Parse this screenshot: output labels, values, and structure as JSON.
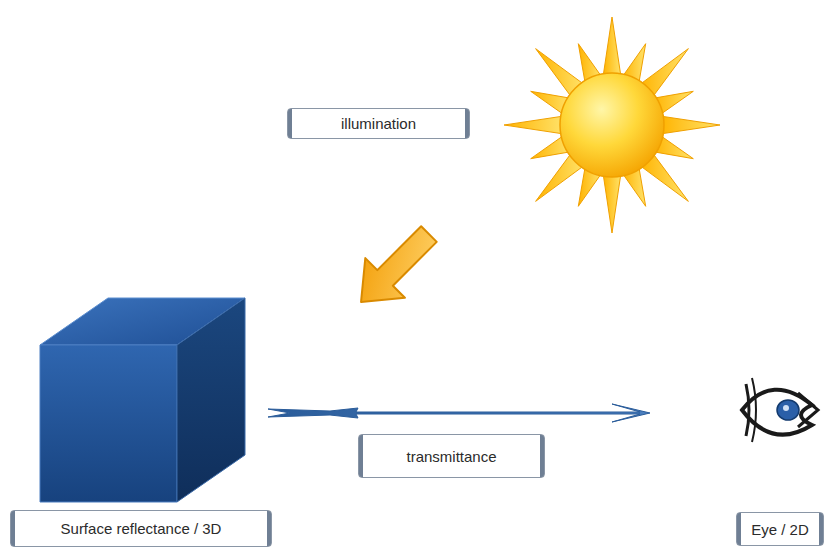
{
  "diagram": {
    "nodes": [
      {
        "text": [
          "illumination"
        ]
      },
      {
        "text": [
          "transmittance"
        ]
      },
      {
        "text": [
          "Surface reflectance / 3D"
        ]
      },
      {
        "text": [
          "Eye / 2D"
        ]
      }
    ]
  }
}
